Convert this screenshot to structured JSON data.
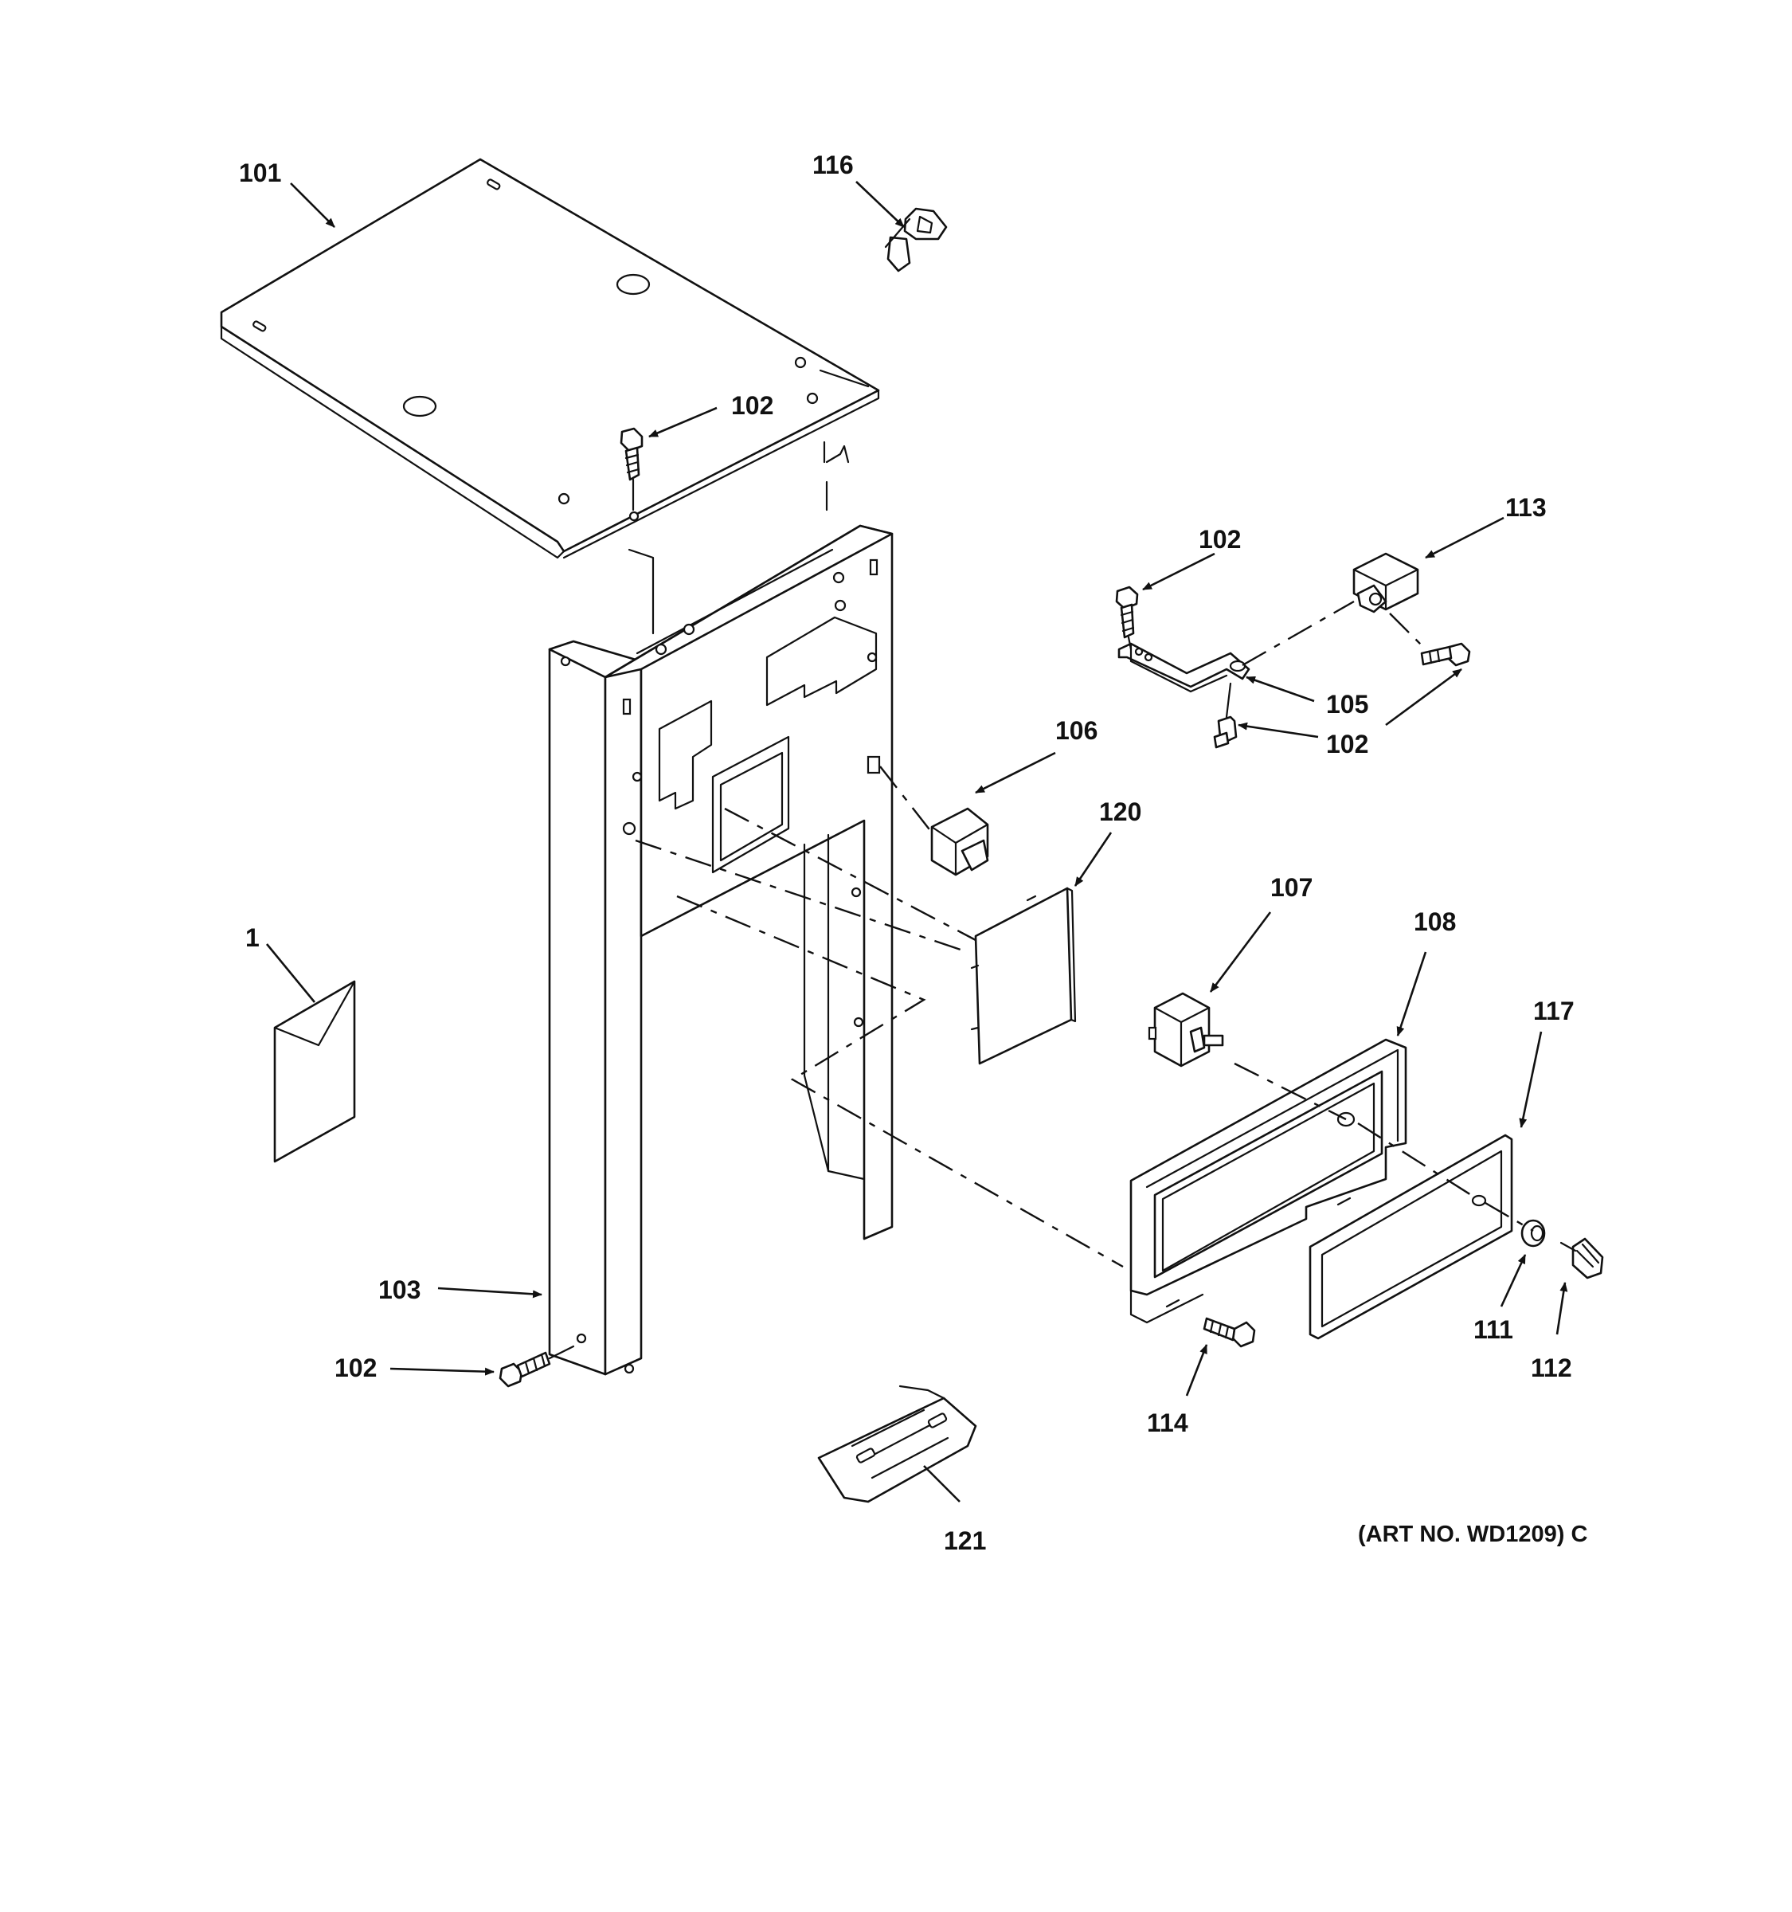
{
  "callouts": {
    "c1": "1",
    "c101": "101",
    "c102_top": "102",
    "c102_bracket_top": "102",
    "c102_bracket_bottom": "102",
    "c102_bottom": "102",
    "c103": "103",
    "c105": "105",
    "c106": "106",
    "c107": "107",
    "c108": "108",
    "c111": "111",
    "c112": "112",
    "c113": "113",
    "c114": "114",
    "c116": "116",
    "c117": "117",
    "c120": "120",
    "c121": "121"
  },
  "art_number": "(ART NO. WD1209) C",
  "colors": {
    "ink": "#111111",
    "paper": "#ffffff"
  }
}
